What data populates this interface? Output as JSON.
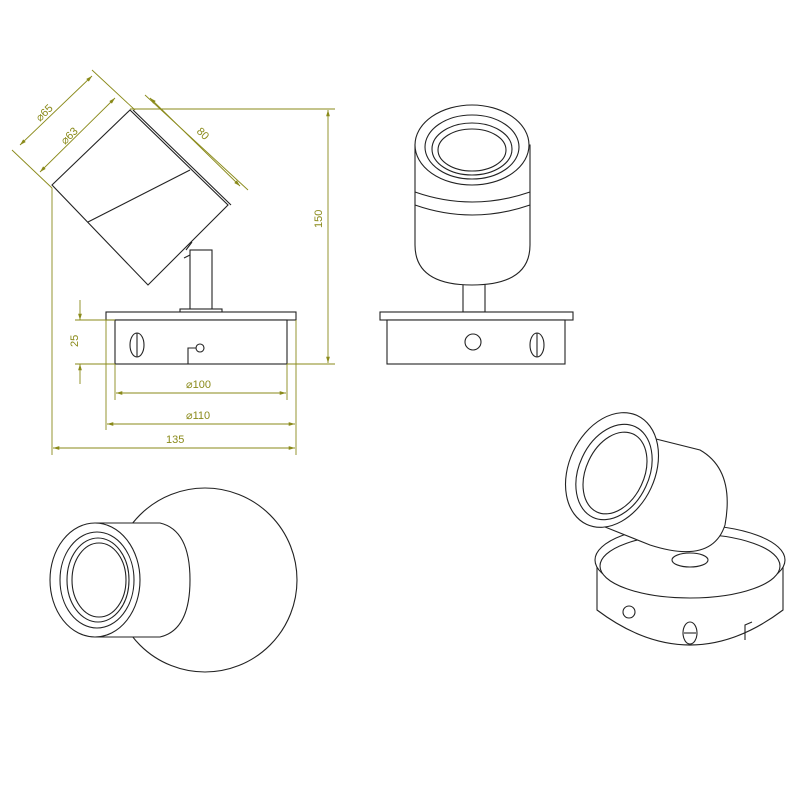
{
  "drawing": {
    "colors": {
      "dimension": "#8a8a1a",
      "outline": "#222222"
    },
    "dimensions": {
      "head_outer_diameter": "⌀65",
      "head_inner_diameter": "⌀63",
      "head_length": "80",
      "total_height": "150",
      "base_height": "25",
      "base_body_diameter": "⌀100",
      "base_plate_diameter": "⌀110",
      "total_width": "135"
    },
    "views": [
      "side-view",
      "front-view",
      "top-view",
      "isometric-view"
    ]
  }
}
